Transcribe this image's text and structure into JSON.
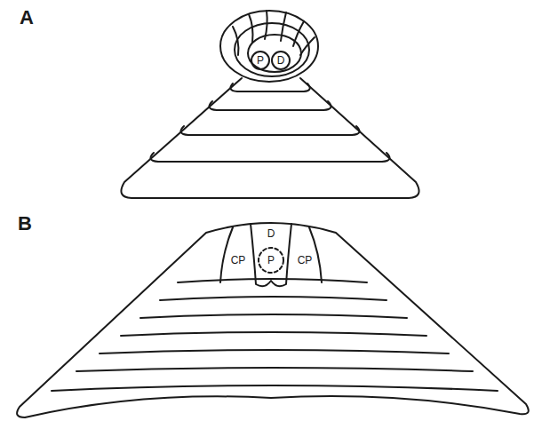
{
  "diagram": {
    "labels": [
      "A",
      "P",
      "D",
      "B",
      "D",
      "CP",
      "P",
      "CP"
    ]
  }
}
